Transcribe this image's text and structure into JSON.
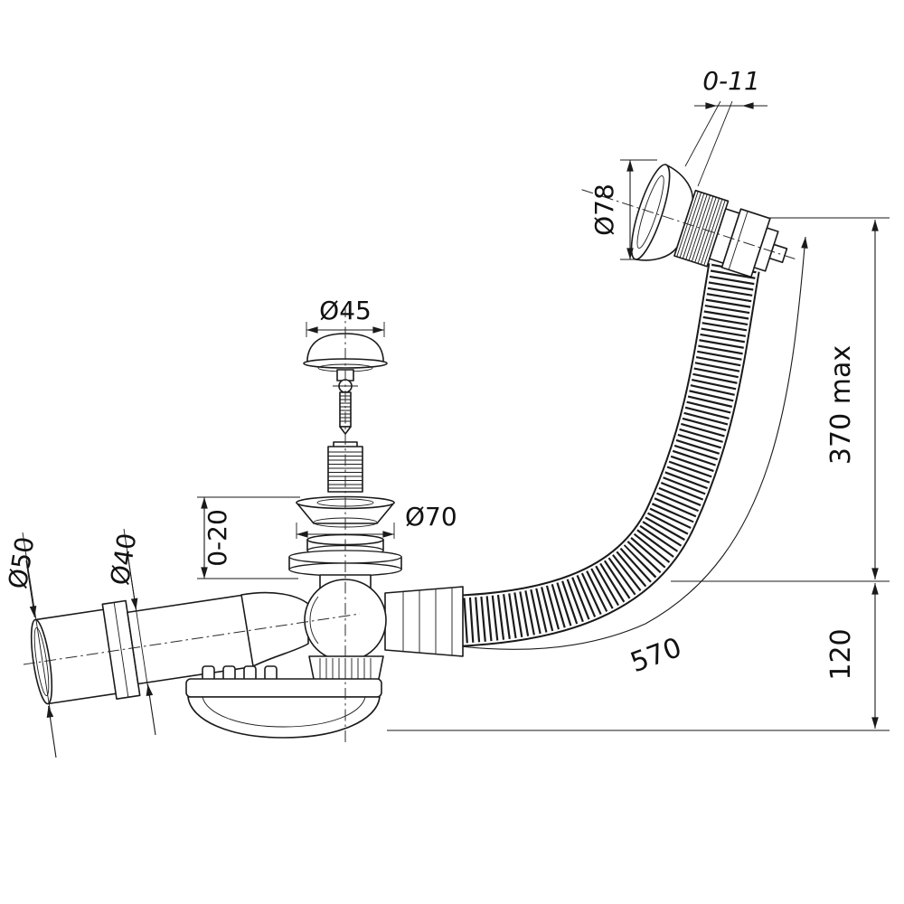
{
  "page": {
    "background": "#ffffff",
    "line_color": "#1a1a1a"
  },
  "labels": {
    "overflow_travel": "0-11",
    "overflow_diameter": "Ø78",
    "plug_diameter": "Ø45",
    "flange_diameter": "Ø70",
    "flange_depth": "0-20",
    "outlet_outer_diameter": "Ø50",
    "outlet_inner_diameter": "Ø40",
    "overall_height": "370 max",
    "trap_depth": "120",
    "hose_length": "570"
  }
}
